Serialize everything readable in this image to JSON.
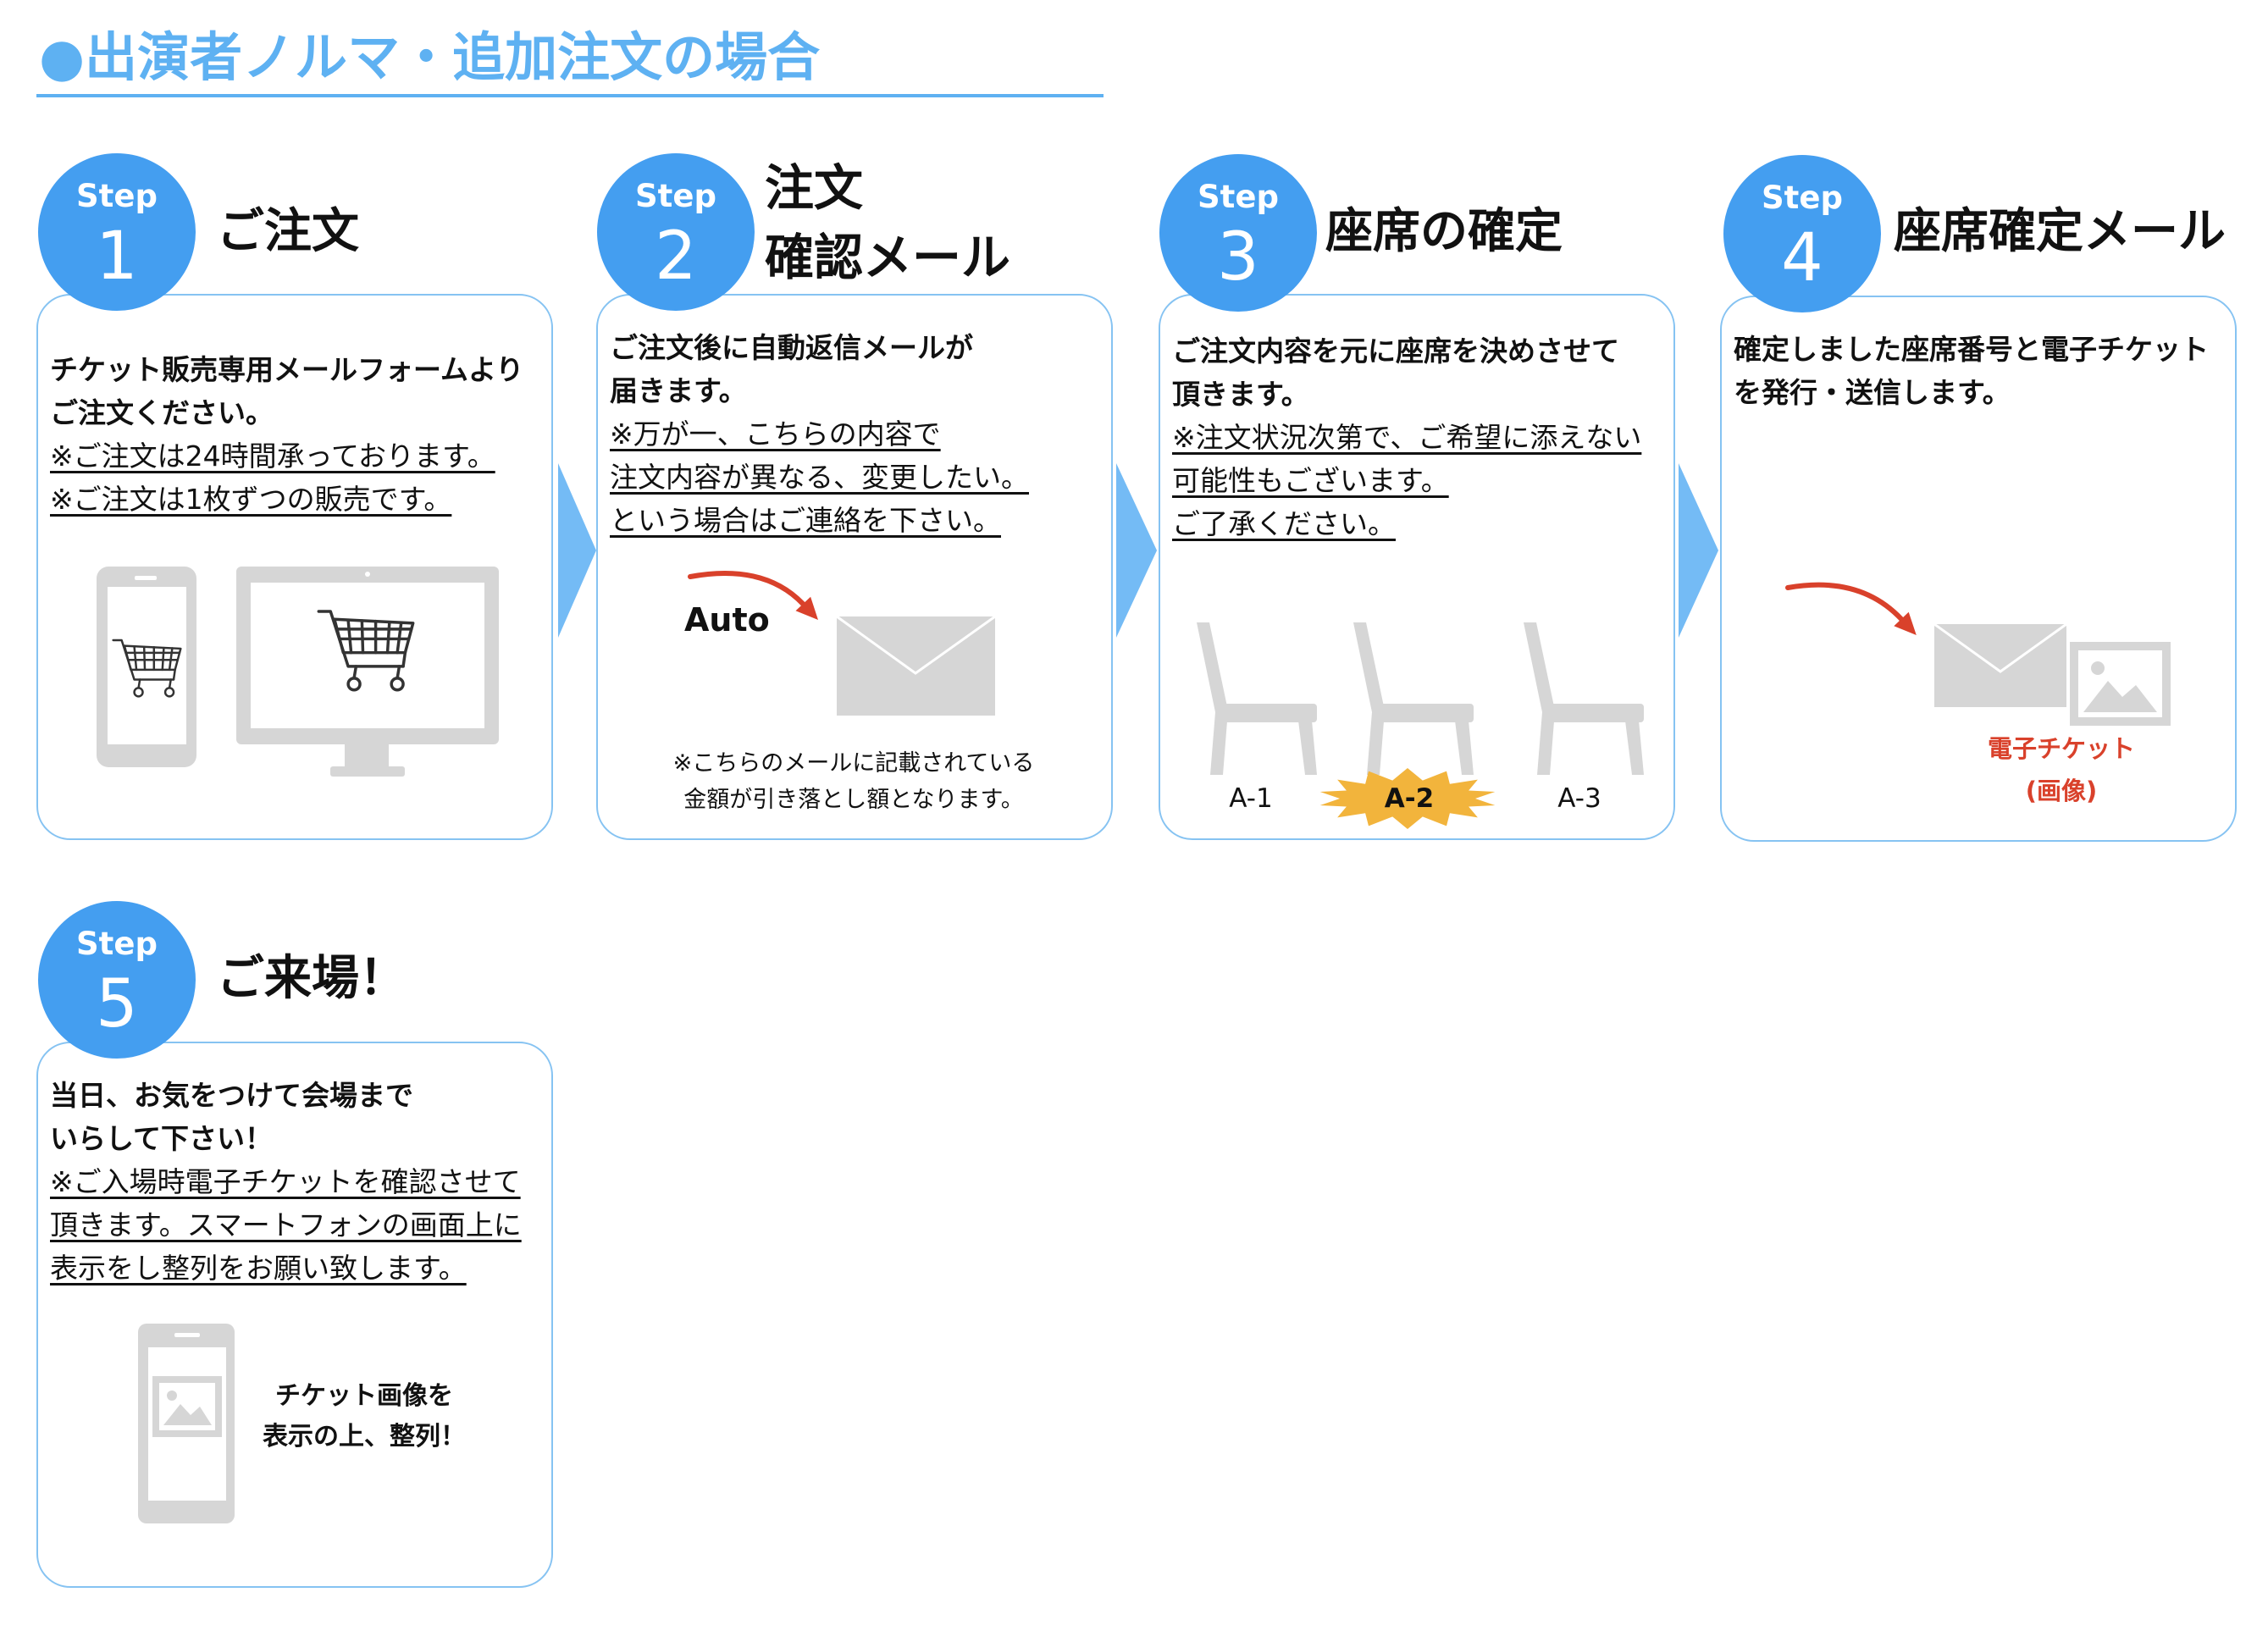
{
  "header": {
    "title": "●出演者ノルマ・追加注文の場合"
  },
  "colors": {
    "title_blue": "#5eb1f2",
    "accent_blue": "#449ef0",
    "box_border": "#86c3f2",
    "arrow_blue": "#74bbf5",
    "illustration_gray": "#d6d6d6",
    "alert_red": "#d9412b",
    "highlight_yellow": "#f2b43c"
  },
  "steps": [
    {
      "step_label": "Step",
      "number": "1",
      "title": [
        "ご注文"
      ],
      "lead": [
        "チケット販売専用メールフォームより",
        "ご注文ください。"
      ],
      "notes": [
        "※ご注文は24時間承っております。",
        "※ご注文は1枚ずつの販売です。"
      ]
    },
    {
      "step_label": "Step",
      "number": "2",
      "title": [
        "注文",
        "確認メール"
      ],
      "lead": [
        "ご注文後に自動返信メールが",
        "届きます。"
      ],
      "notes": [
        "※万が一、こちらの内容で",
        "注文内容が異なる、変更したい。",
        "という場合はご連絡を下さい。"
      ]
    },
    {
      "step_label": "Step",
      "number": "3",
      "title": [
        "座席の確定"
      ],
      "lead": [
        "ご注文内容を元に座席を決めさせて",
        "頂きます。"
      ],
      "notes": [
        "※注文状況次第で、ご希望に添えない",
        "可能性もございます。",
        "ご了承ください。"
      ]
    },
    {
      "step_label": "Step",
      "number": "4",
      "title": [
        "座席確定メール"
      ],
      "lead": [
        "確定しました座席番号と電子チケット",
        "を発行・送信します。"
      ],
      "notes": []
    },
    {
      "step_label": "Step",
      "number": "5",
      "title": [
        "ご来場！"
      ],
      "lead": [
        "当日、お気をつけて会場まで",
        "いらして下さい！"
      ],
      "notes": [
        "※ご入場時電子チケットを確認させて",
        "頂きます。スマートフォンの画面上に",
        "表示をし整列をお願い致します。"
      ]
    }
  ],
  "illustrations": {
    "step1": {
      "icons": [
        "smartphone-icon",
        "shopping-cart-icon",
        "desktop-monitor-icon"
      ]
    },
    "step2": {
      "auto_label": "Auto",
      "note": [
        "※こちらのメールに記載されている",
        "金額が引き落とし額となります。"
      ],
      "icons": [
        "curved-arrow-icon",
        "envelope-icon"
      ]
    },
    "step3": {
      "seats": [
        {
          "label": "A-1",
          "highlighted": false
        },
        {
          "label": "A-2",
          "highlighted": true
        },
        {
          "label": "A-3",
          "highlighted": false
        }
      ],
      "icons": [
        "chair-icon",
        "starburst-icon"
      ]
    },
    "step4": {
      "caption": [
        "電子チケット",
        "(画像)"
      ],
      "icons": [
        "curved-arrow-icon",
        "envelope-icon",
        "image-icon"
      ]
    },
    "step5": {
      "caption": [
        "チケット画像を",
        "表示の上、整列！"
      ],
      "icons": [
        "smartphone-icon",
        "image-icon"
      ]
    }
  }
}
